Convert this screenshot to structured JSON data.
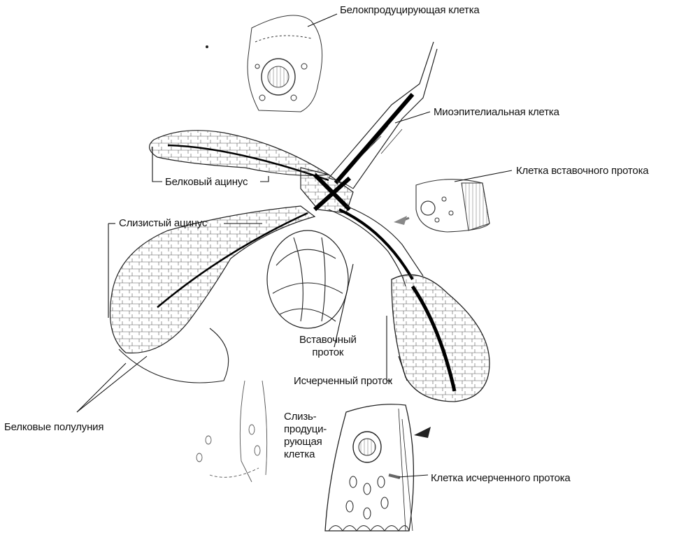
{
  "labels": {
    "protein_cell": "Белокпродуцирующая клетка",
    "myoepithelial": "Миоэпителиальная клетка",
    "intercalated_cell": "Клетка вставочного протока",
    "serous_acinus": "Белковый ацинус",
    "mucous_acinus": "Слизистый ацинус",
    "intercalated_duct": "Вставочный\nпроток",
    "striated_duct": "Исчерченный проток",
    "serous_demilunes": "Белковые полулуния",
    "mucous_cell": "Слизь-\nпродуци-\nрующая\nклетка",
    "striated_cell": "Клетка исчерченного протока"
  },
  "colors": {
    "ink": "#1a1a1a",
    "background": "#ffffff"
  }
}
